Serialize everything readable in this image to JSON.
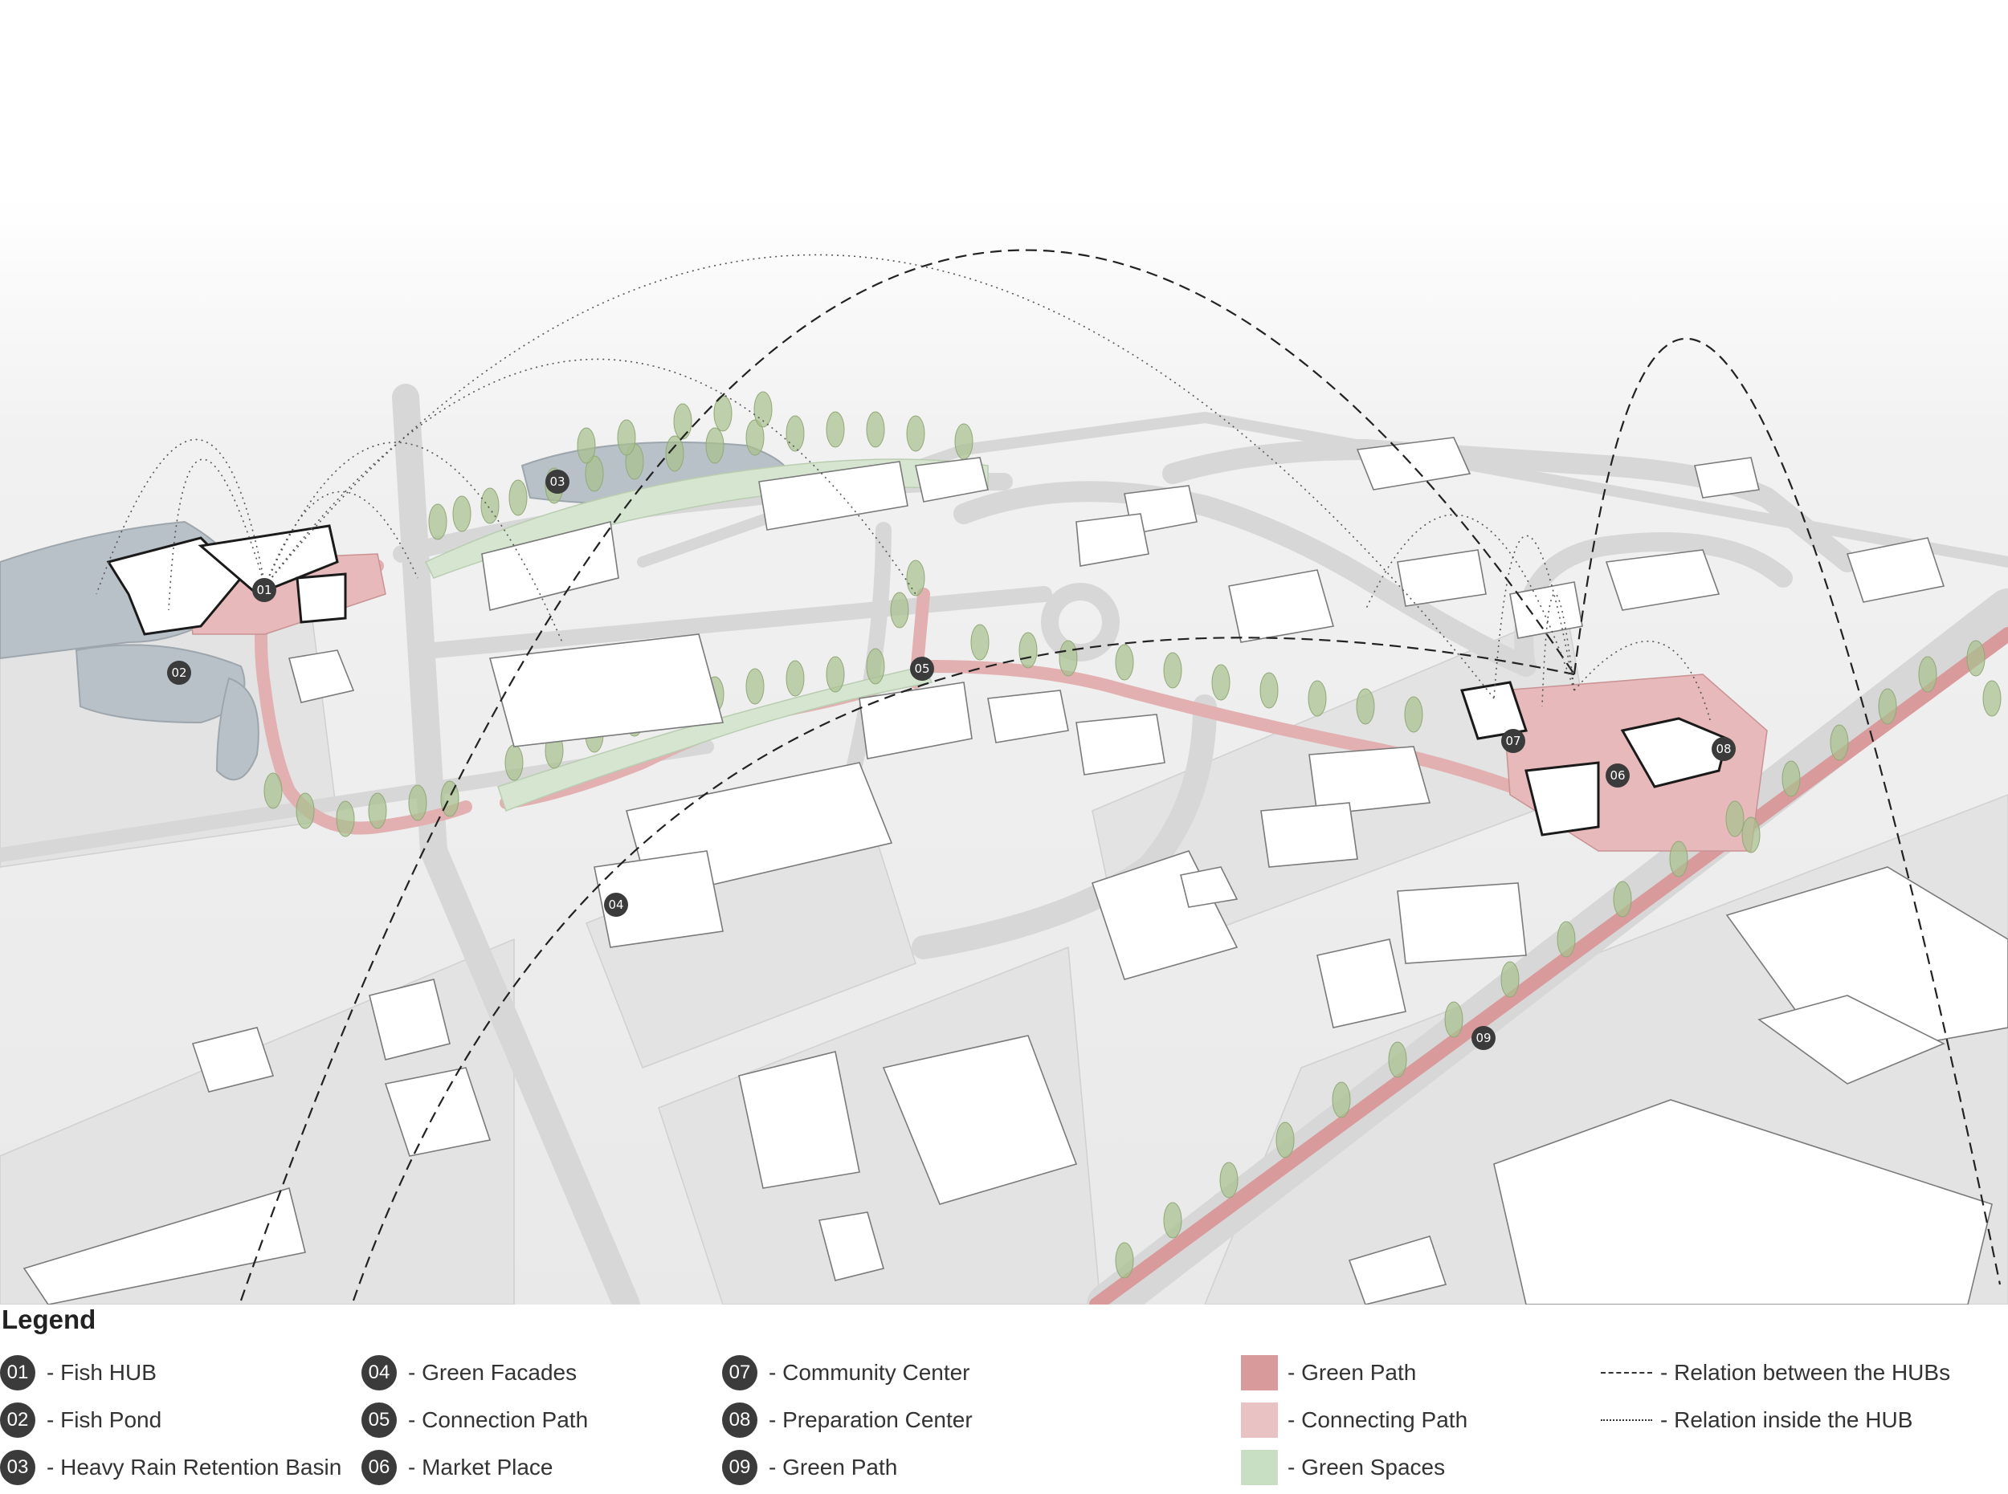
{
  "map": {
    "markers": [
      {
        "id": "01"
      },
      {
        "id": "02"
      },
      {
        "id": "03"
      },
      {
        "id": "04"
      },
      {
        "id": "05"
      },
      {
        "id": "06"
      },
      {
        "id": "07"
      },
      {
        "id": "08"
      },
      {
        "id": "09"
      }
    ],
    "colors": {
      "ground": "#f2f2f2",
      "roads": "#d9d9d9",
      "buildings": "#ffffff",
      "water": "#b7bfc6",
      "green_path": "#d99a9b",
      "connecting_path": "#e9c3c3",
      "trees": "#a8c08e",
      "hub_lines": "#222222"
    }
  },
  "legend": {
    "title": "Legend",
    "numbered": [
      {
        "num": "01",
        "label": "- Fish HUB"
      },
      {
        "num": "02",
        "label": "- Fish Pond"
      },
      {
        "num": "03",
        "label": "- Heavy Rain Retention Basin"
      },
      {
        "num": "04",
        "label": "- Green Facades"
      },
      {
        "num": "05",
        "label": "- Connection Path"
      },
      {
        "num": "06",
        "label": "- Market Place"
      },
      {
        "num": "07",
        "label": "- Community Center"
      },
      {
        "num": "08",
        "label": "- Preparation Center"
      },
      {
        "num": "09",
        "label": "- Green Path"
      }
    ],
    "swatches": [
      {
        "label": "- Green Path",
        "color": "#d99a9b"
      },
      {
        "label": "- Connecting Path",
        "color": "#e9c3c3"
      },
      {
        "label": "- Green Spaces",
        "color": "#c9dfc3"
      }
    ],
    "lines": [
      {
        "label": "- Relation between the HUBs",
        "style": "dashed"
      },
      {
        "label": "- Relation inside the HUB",
        "style": "dotted"
      }
    ]
  }
}
